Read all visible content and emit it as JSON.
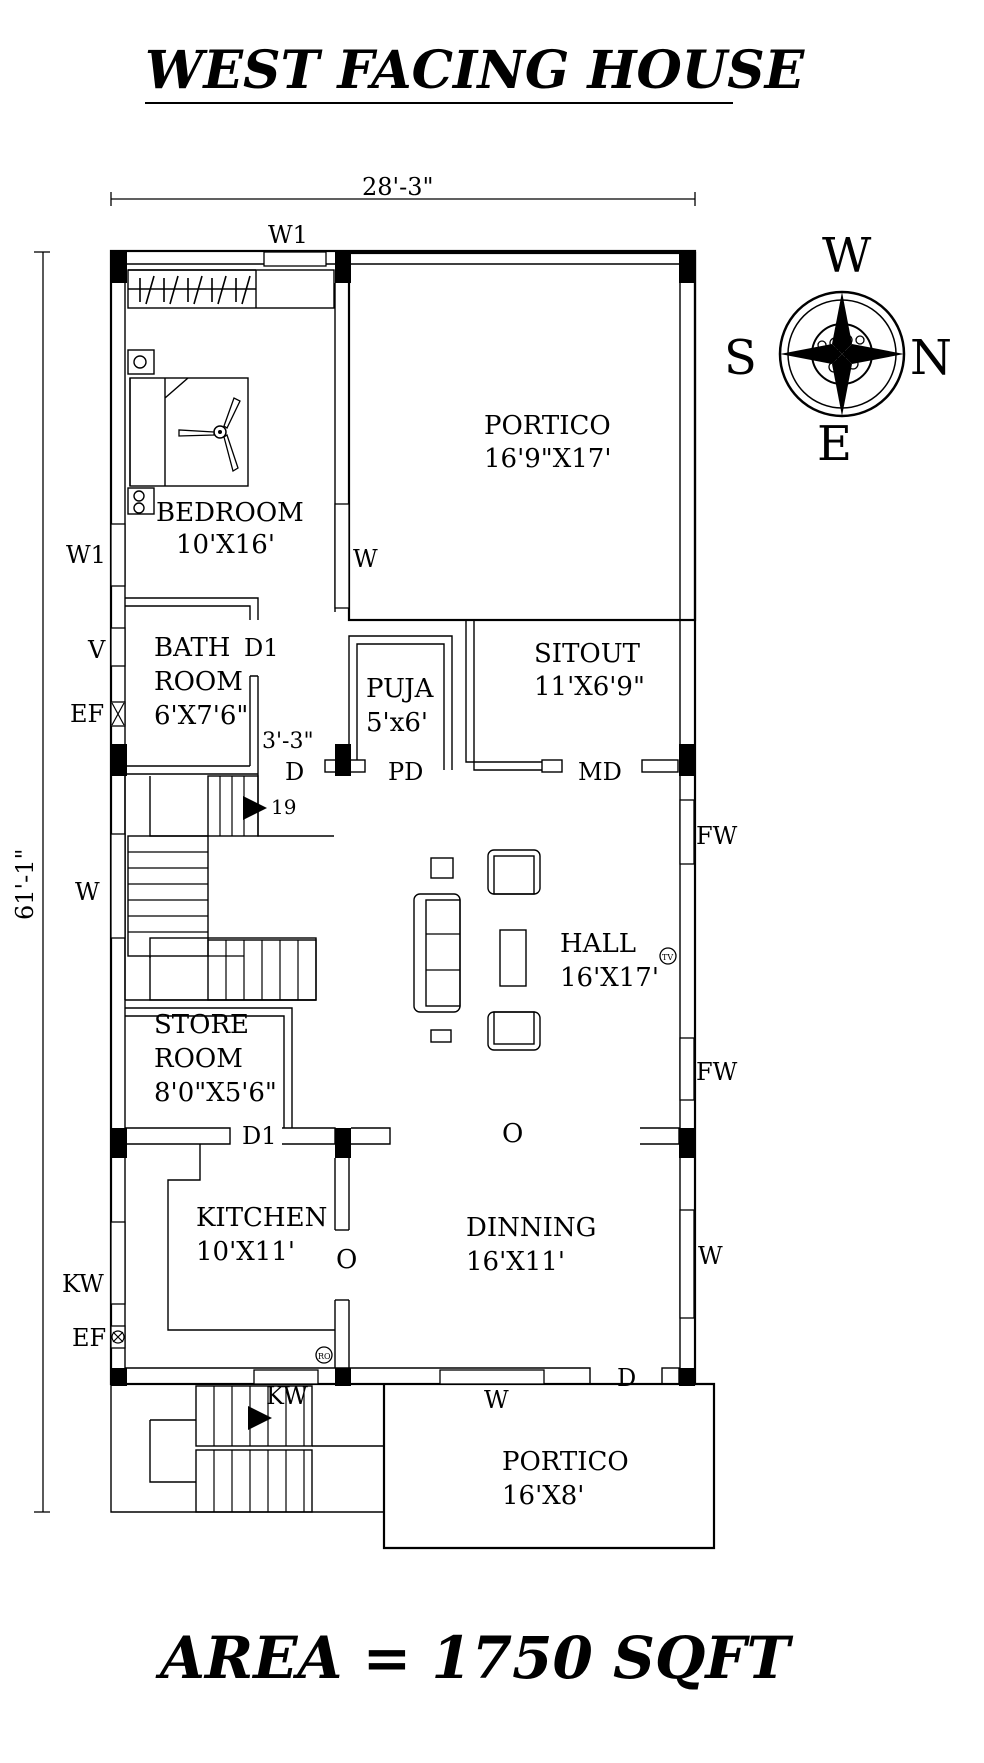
{
  "title": "WEST FACING HOUSE",
  "area": "AREA = 1750 SQFT",
  "dimensions": {
    "width": "28'-3\"",
    "length": "61'-1\"",
    "stair_width": "3'-3\""
  },
  "compass": {
    "top": "W",
    "left": "S",
    "right": "N",
    "bottom": "E"
  },
  "rooms": {
    "portico_top": {
      "name": "PORTICO",
      "size": "16'9\"X17'"
    },
    "bedroom": {
      "name": "BEDROOM",
      "size": "10'X16'"
    },
    "bathroom": {
      "name1": "BATH",
      "name2": "ROOM",
      "size": "6'X7'6\""
    },
    "puja": {
      "name": "PUJA",
      "size": "5'x6'"
    },
    "sitout": {
      "name": "SITOUT",
      "size": "11'X6'9\""
    },
    "hall": {
      "name": "HALL",
      "size": "16'X17'"
    },
    "store": {
      "name1": "STORE",
      "name2": "ROOM",
      "size": "8'0\"X5'6\""
    },
    "kitchen": {
      "name": "KITCHEN",
      "size": "10'X11'"
    },
    "dining": {
      "name": "DINNING",
      "size": "16'X11'"
    },
    "portico_bottom": {
      "name": "PORTICO",
      "size": "16'X8'"
    }
  },
  "openings": {
    "w1_top": "W1",
    "w1_left": "W1",
    "w_bed": "W",
    "v": "V",
    "ef_bath": "EF",
    "d1_bath": "D1",
    "d": "D",
    "pd": "PD",
    "md": "MD",
    "stair_steps": "19",
    "w_stair": "W",
    "fw1": "FW",
    "fw2": "FW",
    "d1_store": "D1",
    "o_hall": "O",
    "o_kitchen": "O",
    "w_dining": "W",
    "kw_left": "KW",
    "ef_kitchen": "EF",
    "kw_bottom": "KW",
    "w_bottom": "W",
    "d_bottom": "D"
  },
  "symbols": {
    "tv": "TV",
    "ro": "RO"
  }
}
